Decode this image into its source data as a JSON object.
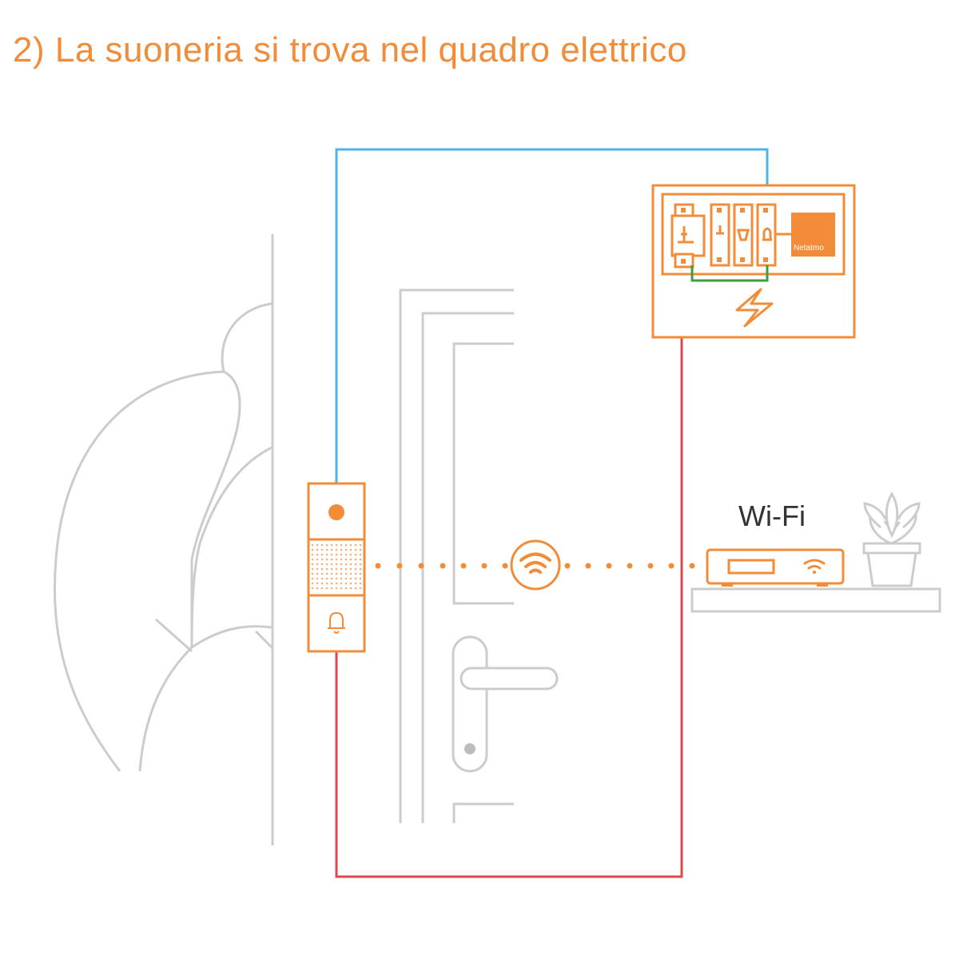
{
  "title": "2) La suoneria si trova nel quadro elettrico",
  "labels": {
    "wifi": "Wi-Fi",
    "brand": "Netatmo"
  },
  "colors": {
    "accent": "#F28C38",
    "wire_blue": "#4FB3E3",
    "wire_red": "#E0474C",
    "wire_green": "#3E9E3E",
    "outline": "#CCCCCC",
    "text_dark": "#333333"
  },
  "icons": [
    "doorbell-icon",
    "bell-icon",
    "wifi-icon",
    "lightning-icon",
    "router-icon",
    "plant-icon",
    "door-handle-icon",
    "bush-icon"
  ]
}
